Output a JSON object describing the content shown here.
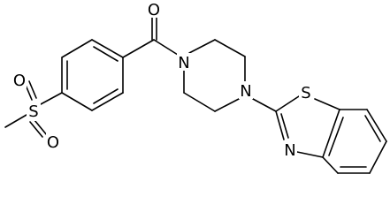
{
  "molecule": {
    "atom_labels": {
      "carbonyl_o": "O",
      "sulfone_o_top": "O",
      "sulfone_o_bottom": "O",
      "sulfur_sulfonyl": "S",
      "piperazine_n_upper": "N",
      "piperazine_n_lower": "N",
      "thiazole_s": "S",
      "thiazole_n": "N"
    },
    "colors": {
      "ink": "#000000",
      "paper": "#ffffff"
    }
  }
}
